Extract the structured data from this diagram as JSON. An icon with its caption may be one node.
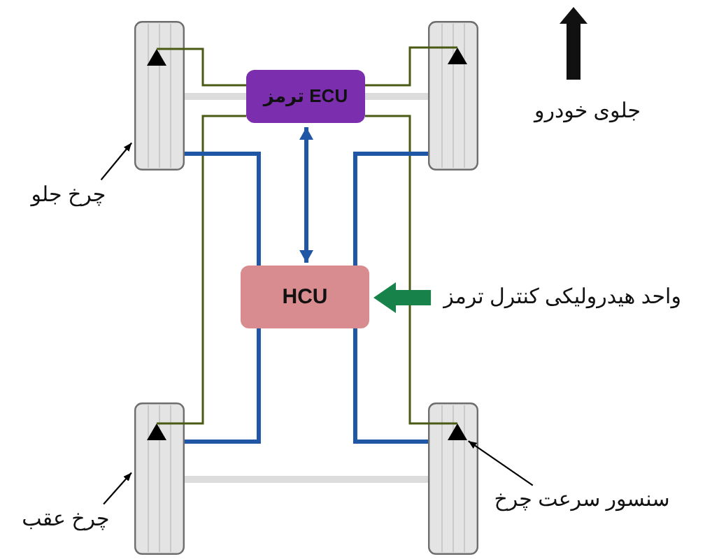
{
  "diagram": {
    "nodes": [
      {
        "text": [],
        "shape": "wheel"
      },
      {
        "text": [],
        "shape": "triangle",
        "in": 0
      },
      {
        "text": [],
        "shape": "wheel"
      },
      {
        "text": [],
        "shape": "triangle",
        "in": 2
      },
      {
        "text": [
          "ECU ترمز"
        ]
      },
      {
        "text": [
          "چرخ جلو"
        ]
      },
      {
        "text": [
          "HCU"
        ]
      },
      {
        "text": [
          "واحد هیدرولیکی کنترل ترمز"
        ]
      },
      {
        "text": [],
        "shape": "wheel"
      },
      {
        "text": [],
        "shape": "triangle",
        "in": 8
      },
      {
        "text": [],
        "shape": "wheel"
      },
      {
        "text": [],
        "shape": "triangle",
        "in": 10
      },
      {
        "text": [
          "سنسور سرعت چرخ"
        ]
      },
      {
        "text": [
          "چرخ عقب"
        ]
      }
    ],
    "edges": [
      {
        "from": 1,
        "to": 4,
        "arrow": "none",
        "color": "#4a5a14"
      },
      {
        "from": 3,
        "to": 4,
        "arrow": "none",
        "color": "#4a5a14"
      },
      {
        "from": 9,
        "to": 4,
        "arrow": "none",
        "color": "#4a5a14"
      },
      {
        "from": 11,
        "to": 4,
        "arrow": "none",
        "color": "#4a5a14"
      },
      {
        "from": 4,
        "to": 6,
        "arrow": "both",
        "style": "thick",
        "color": "#1f57a6"
      },
      {
        "from": 6,
        "to": 0,
        "arrow": "none",
        "style": "thick",
        "color": "#1f57a6"
      },
      {
        "from": 6,
        "to": 2,
        "arrow": "none",
        "style": "thick",
        "color": "#1f57a6"
      },
      {
        "from": 6,
        "to": 8,
        "arrow": "none",
        "style": "thick",
        "color": "#1f57a6"
      },
      {
        "from": 6,
        "to": 10,
        "arrow": "none",
        "style": "thick",
        "color": "#1f57a6"
      },
      {
        "from": 7,
        "to": 6,
        "arrow": "to",
        "style": "thick",
        "color": "#17834a"
      },
      {
        "from": 5,
        "to": 0,
        "arrow": "to",
        "color": "#000000"
      },
      {
        "from": 13,
        "to": 8,
        "arrow": "to",
        "color": "#000000"
      },
      {
        "from": 12,
        "to": 11,
        "arrow": "to",
        "color": "#000000"
      }
    ],
    "labels": [
      "جلوی خودرو"
    ]
  }
}
